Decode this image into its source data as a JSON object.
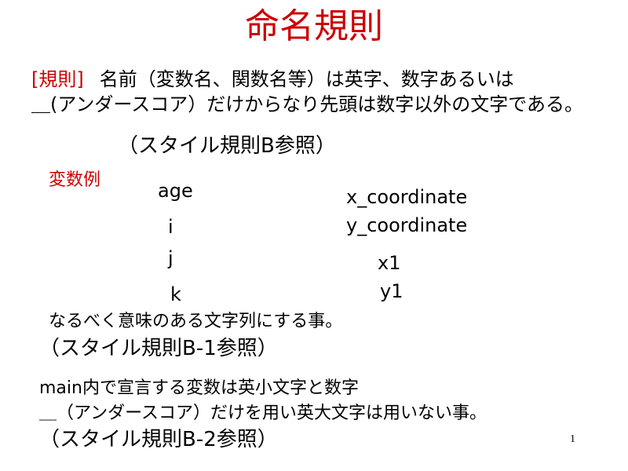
{
  "slide": {
    "title": "命名規則",
    "rule": {
      "tag": "[規則]",
      "line1": "名前（変数名、関数名等）は英字、数字あるいは",
      "line2": "＿(アンダースコア）だけからなり先頭は数字以外の文字である。"
    },
    "ref_b": "（スタイル規則B参照）",
    "examples": {
      "label": "変数例",
      "left": [
        "age",
        "i",
        "j",
        "k"
      ],
      "right": [
        "x_coordinate",
        "y_coordinate",
        "x1",
        "y1"
      ]
    },
    "meaningful": "なるべく意味のある文字列にする事。",
    "ref_b1": "（スタイル規則B-1参照）",
    "main_rule": {
      "line1": "main内で宣言する変数は英小文字と数字",
      "line2": "＿（アンダースコア）だけを用い英大文字は用いない事。"
    },
    "ref_b2": "（スタイル規則B-2参照）",
    "page_number": "1"
  }
}
